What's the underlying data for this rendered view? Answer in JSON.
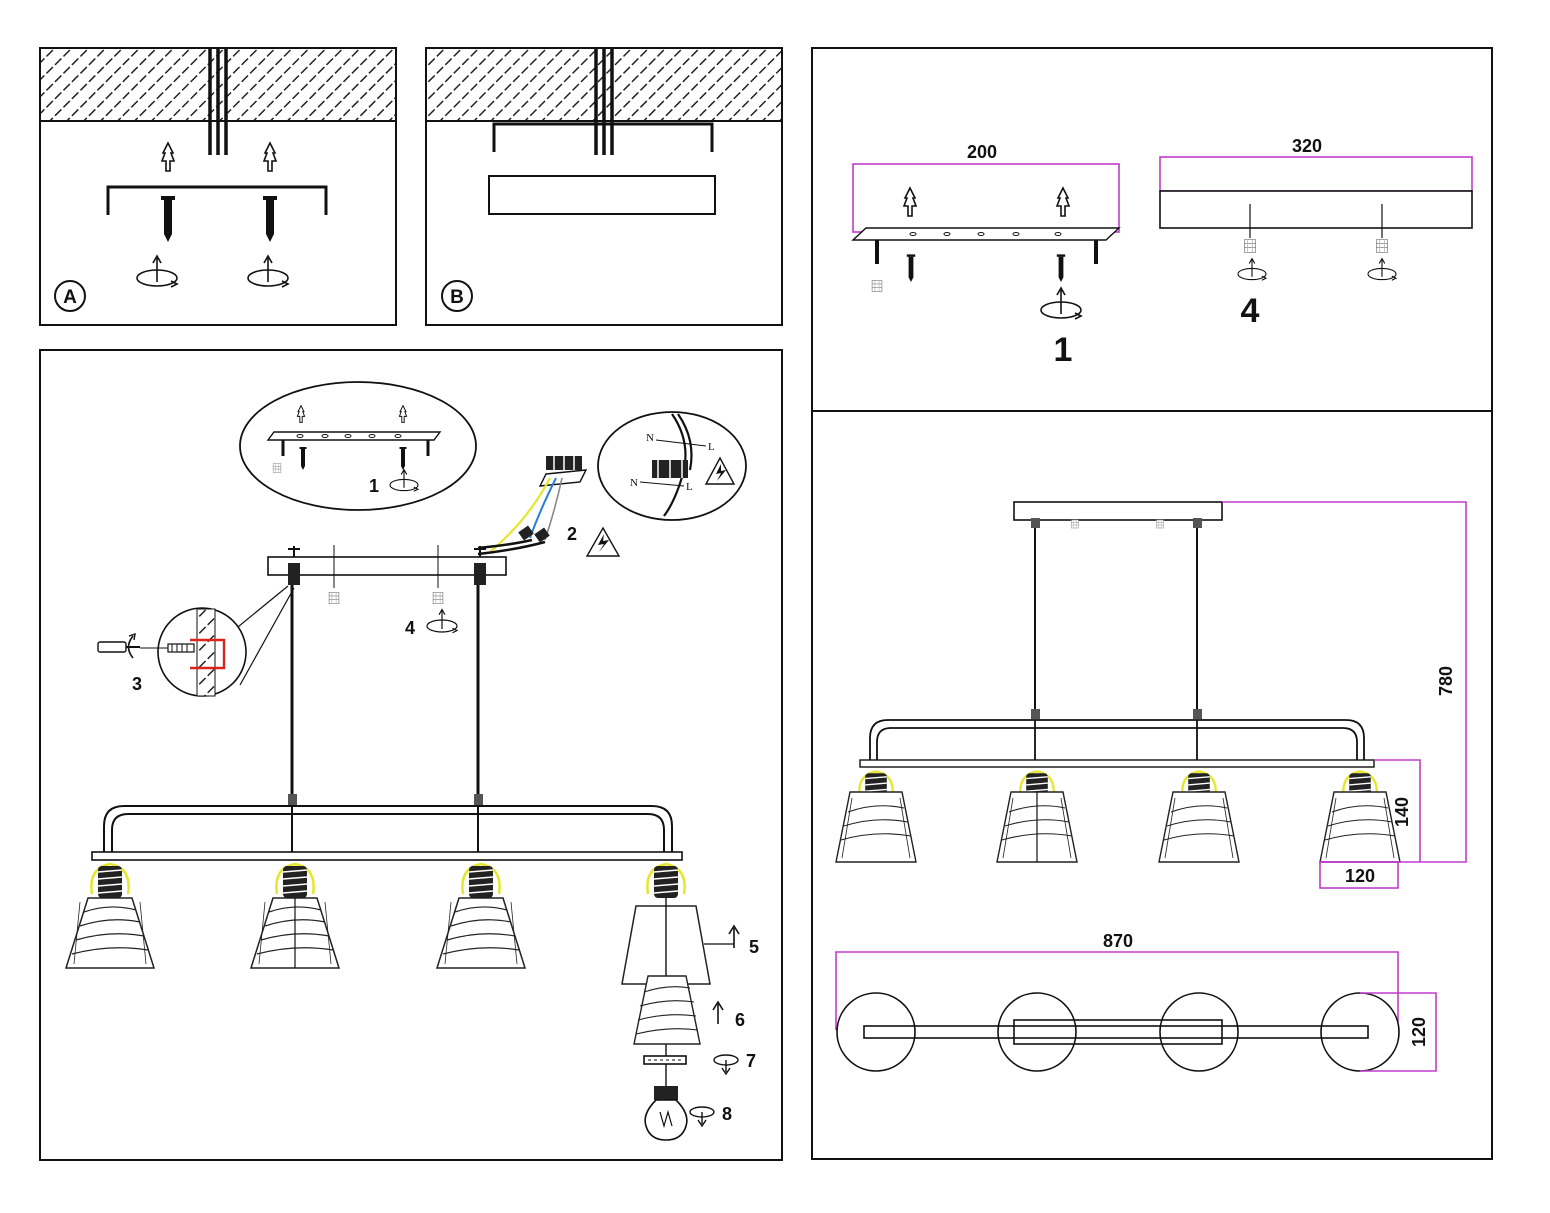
{
  "panels": {
    "a": {
      "badge": "A"
    },
    "b": {
      "badge": "B"
    }
  },
  "steps": {
    "s1": "1",
    "s2": "2",
    "s3": "3",
    "s4": "4",
    "s5": "5",
    "s6": "6",
    "s7": "7",
    "s8": "8",
    "big1": "1",
    "big4": "4"
  },
  "wiring": {
    "n": "N",
    "l": "L"
  },
  "dimensions": {
    "plate_width": "200",
    "canopy_width": "320",
    "height": "780",
    "shade_height": "140",
    "shade_width": "120",
    "length": "870",
    "depth": "120"
  },
  "colors": {
    "line": "#1a1a1a",
    "dimension": "#c23ccf",
    "live_wire": "#e6e62e",
    "neutral_wire": "#2a7fd4",
    "callout": "#d9261c"
  }
}
